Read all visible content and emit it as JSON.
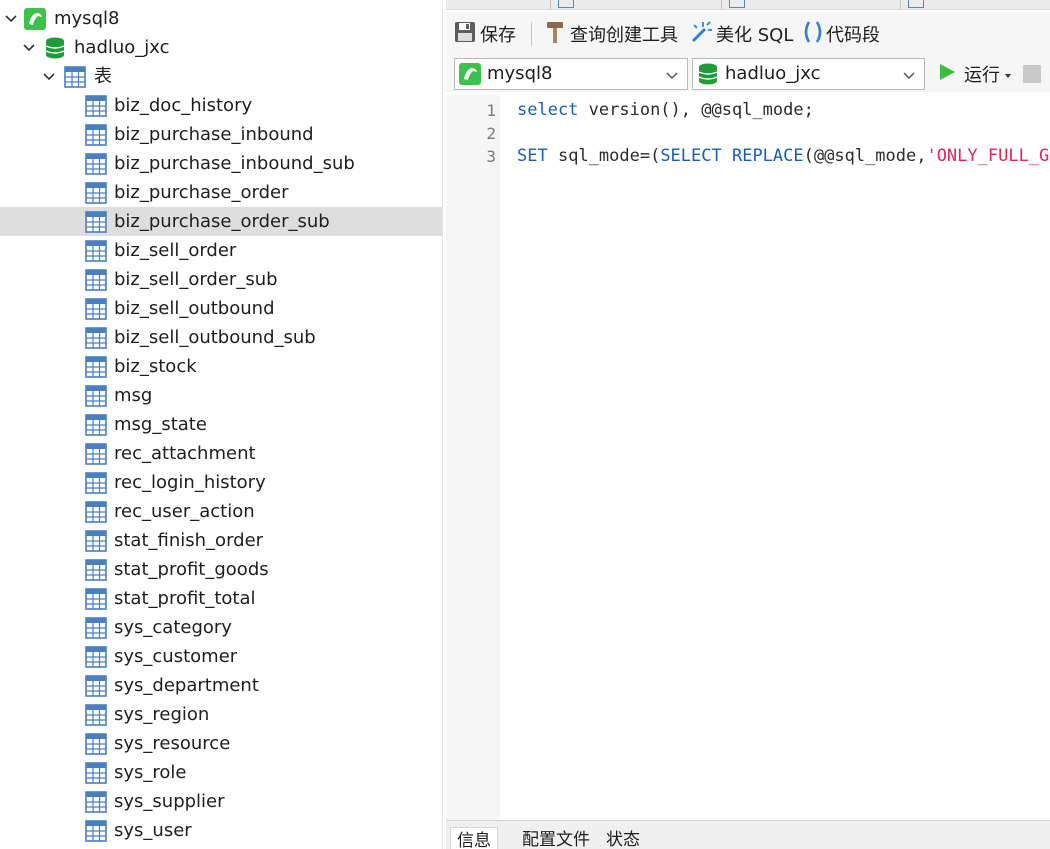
{
  "tree": {
    "connection": {
      "label": "mysql8"
    },
    "database": {
      "label": "hadluo_jxc"
    },
    "tables_group": {
      "label": "表"
    },
    "tables": [
      "biz_doc_history",
      "biz_purchase_inbound",
      "biz_purchase_inbound_sub",
      "biz_purchase_order",
      "biz_purchase_order_sub",
      "biz_sell_order",
      "biz_sell_order_sub",
      "biz_sell_outbound",
      "biz_sell_outbound_sub",
      "biz_stock",
      "msg",
      "msg_state",
      "rec_attachment",
      "rec_login_history",
      "rec_user_action",
      "stat_finish_order",
      "stat_profit_goods",
      "stat_profit_total",
      "sys_category",
      "sys_customer",
      "sys_department",
      "sys_region",
      "sys_resource",
      "sys_role",
      "sys_supplier",
      "sys_user"
    ],
    "selected_table": "biz_purchase_order_sub"
  },
  "toolbar": {
    "save_label": "保存",
    "query_builder_label": "查询创建工具",
    "beautify_label": "美化 SQL",
    "snippet_label": "代码段"
  },
  "selectors": {
    "connection_value": "mysql8",
    "database_value": "hadluo_jxc",
    "run_label": "运行"
  },
  "editor": {
    "line_numbers": [
      "1",
      "2",
      "3"
    ],
    "line1": {
      "kw": "select",
      "rest": " version(), @@sql_mode;"
    },
    "line3": {
      "kw1": "SET",
      "mid1": " sql_mode=(",
      "kw2": "SELECT",
      "kw3": " REPLACE",
      "mid2": "(@@sql_mode,",
      "str": "'ONLY_FULL_GROUP_BY'"
    }
  },
  "bottom_tabs": [
    "信息",
    "配置文件",
    "状态"
  ],
  "colors": {
    "keyword": "#1a5fb4",
    "string": "#e0245e",
    "mysql_green": "#3cc24a",
    "db_green": "#1f9b3a",
    "table_blue": "#4a7fc1",
    "selection": "#dedede",
    "run_green": "#3dbb3d"
  }
}
